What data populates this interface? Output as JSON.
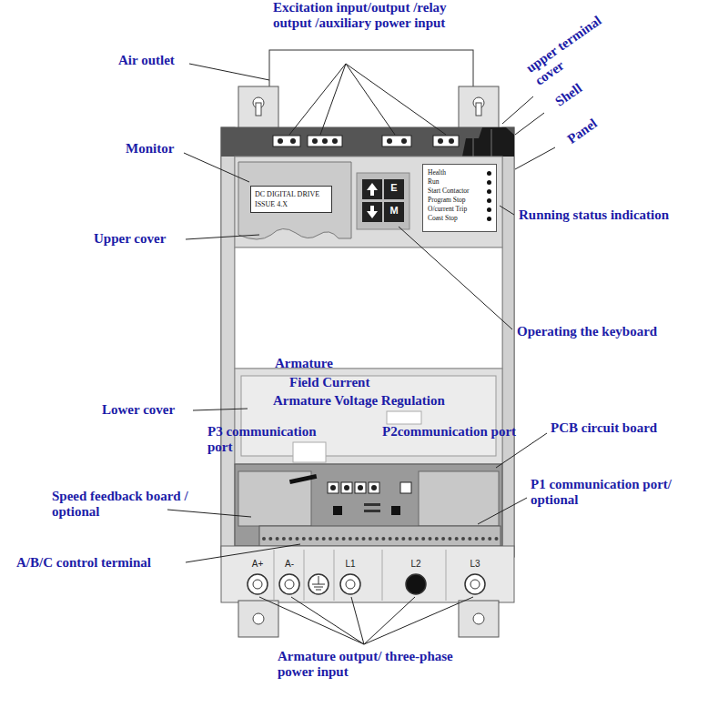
{
  "diagram": {
    "nodes": [
      {
        "text": [
          "DC DIGITAL DRIVE",
          "ISSUE 4.X"
        ]
      },
      {
        "text": [
          "E"
        ]
      },
      {
        "text": [
          "M"
        ]
      },
      {
        "text": [
          "Health",
          "Run",
          "Start Contactor",
          "Program Stop",
          "O/current Trip",
          "Coast Stop"
        ]
      }
    ],
    "labels": [
      "Excitation input/output /relay output /auxiliary power input",
      "Air outlet",
      "upper terminal cover",
      "Shell",
      "Panel",
      "Monitor",
      "Running status indication",
      "Upper cover",
      "Operating the keyboard",
      "Armature",
      "Field Current",
      "Armature Voltage Regulation",
      "Lower cover",
      "P3 communication port",
      "P2communication port",
      "PCB circuit board",
      "P1 communication port/ optional",
      "Speed feedback board / optional",
      "A/B/C control terminal",
      "A+",
      "A-",
      "L1",
      "L2",
      "L3",
      "Armature output/ three-phase power input"
    ]
  }
}
